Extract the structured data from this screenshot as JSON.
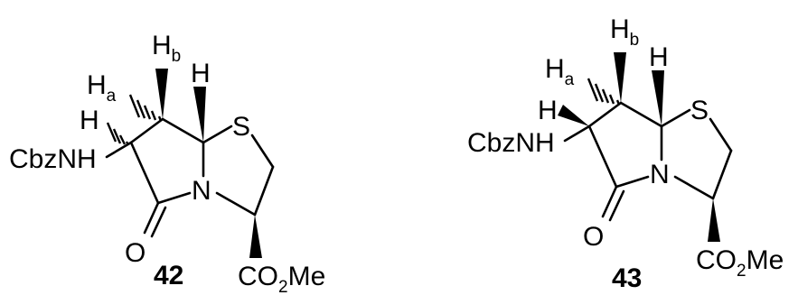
{
  "compounds": [
    {
      "number": "42",
      "atoms": {
        "hb": "H",
        "hb_sub": "b",
        "ha": "H",
        "ha_sub": "a",
        "h_top": "H",
        "h_left": "H",
        "s": "S",
        "cbznh": "CbzNH",
        "n": "N",
        "o": "O",
        "co": "CO",
        "co_sub": "2",
        "me": "Me"
      }
    },
    {
      "number": "43",
      "atoms": {
        "hb": "H",
        "hb_sub": "b",
        "ha": "H",
        "ha_sub": "a",
        "h_top": "H",
        "h_left": "H",
        "s": "S",
        "cbznh": "CbzNH",
        "n": "N",
        "o": "O",
        "co": "CO",
        "co_sub": "2",
        "me": "Me"
      }
    }
  ]
}
